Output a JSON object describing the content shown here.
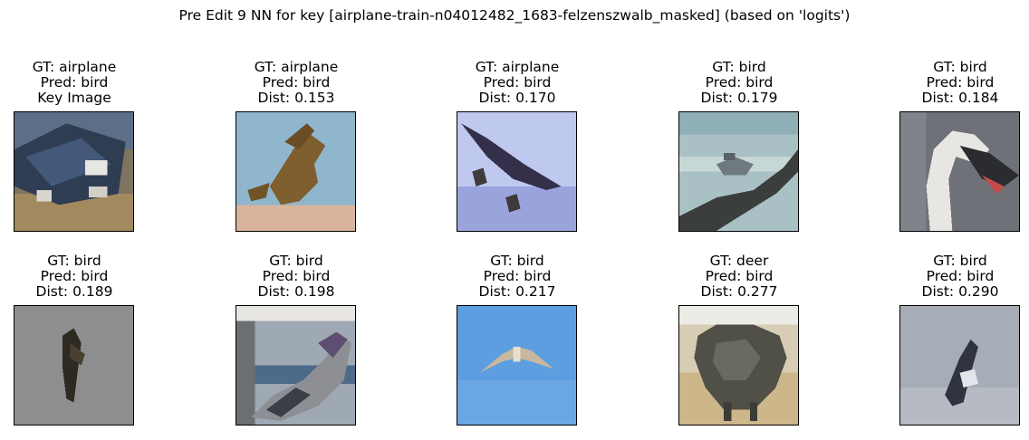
{
  "title": "Pre Edit 9 NN for key [airplane-train-n04012482_1683-felzenszwalb_masked] (based on 'logits')",
  "panels": [
    {
      "gt": "GT: airplane",
      "pred": "Pred: bird",
      "extra": "Key Image",
      "image": "helicopter-over-desert"
    },
    {
      "gt": "GT: airplane",
      "pred": "Pred: bird",
      "extra": "Dist: 0.153",
      "image": "biplane-blue-sky"
    },
    {
      "gt": "GT: airplane",
      "pred": "Pred: bird",
      "extra": "Dist: 0.170",
      "image": "dark-bird-lavender-sky"
    },
    {
      "gt": "GT: bird",
      "pred": "Pred: bird",
      "extra": "Dist: 0.179",
      "image": "bird-on-branch"
    },
    {
      "gt": "GT: bird",
      "pred": "Pred: bird",
      "extra": "Dist: 0.184",
      "image": "swan-head"
    },
    {
      "gt": "GT: bird",
      "pred": "Pred: bird",
      "extra": "Dist: 0.189",
      "image": "bird-grey-background"
    },
    {
      "gt": "GT: bird",
      "pred": "Pred: bird",
      "extra": "Dist: 0.198",
      "image": "pigeon-city"
    },
    {
      "gt": "GT: bird",
      "pred": "Pred: bird",
      "extra": "Dist: 0.217",
      "image": "gull-blue-sky"
    },
    {
      "gt": "GT: deer",
      "pred": "Pred: bird",
      "extra": "Dist: 0.277",
      "image": "animal-sand"
    },
    {
      "gt": "GT: bird",
      "pred": "Pred: bird",
      "extra": "Dist: 0.290",
      "image": "bird-grey-sky"
    }
  ]
}
